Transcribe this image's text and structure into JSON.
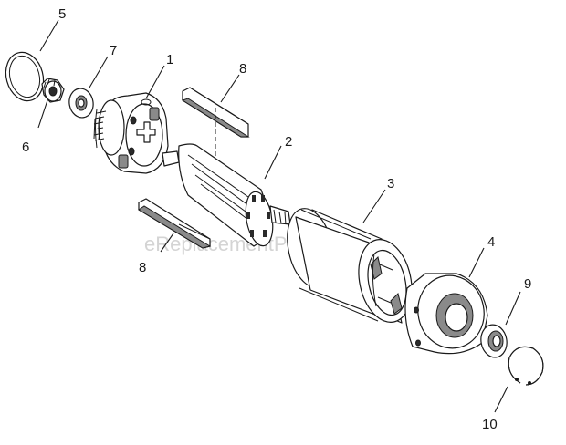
{
  "watermark": "eReplacementParts.com",
  "callouts": {
    "c1": "1",
    "c2": "2",
    "c3": "3",
    "c4": "4",
    "c5": "5",
    "c6": "6",
    "c7": "7",
    "c8_top": "8",
    "c8_bottom": "8",
    "c9": "9",
    "c10": "10"
  }
}
